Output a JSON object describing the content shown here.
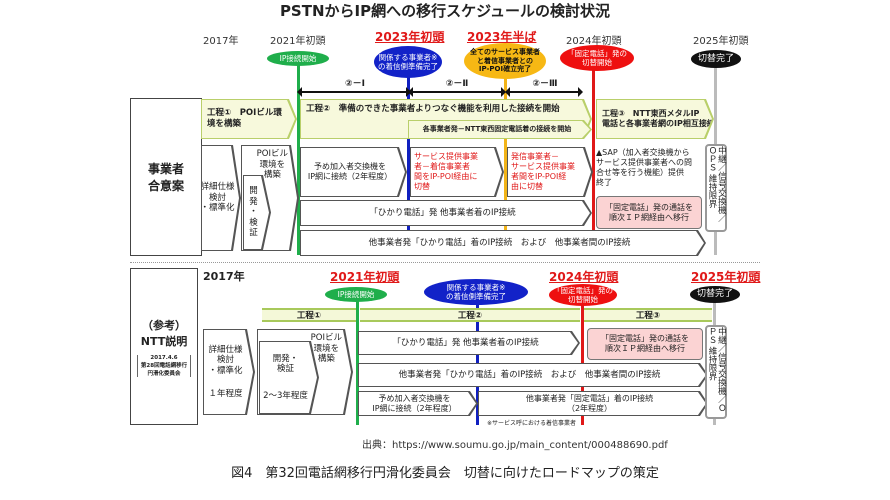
{
  "title": "PSTNからIP網への移行スケジュールの検討状況",
  "top": {
    "label": "事業者\n合意案",
    "years": {
      "y2017": "2017年",
      "y2021": "2021年初頭",
      "y2023a": "2023年初頭",
      "y2023b": "2023年半ば",
      "y2024": "2024年初頭",
      "y2025": "2025年初頭"
    },
    "milestones": {
      "ip_start": "IP接続開始",
      "carriers_ready": "関係する事業者※\nの着信側準備完了",
      "all_ready": "全てのサービス事業者\nと着信事業者との\nIP-POI確立完了",
      "fixed_start": "「固定電話」発の\n切替開始",
      "done": "切替完了"
    },
    "phases": {
      "p21": "②－Ⅰ",
      "p22": "②－Ⅱ",
      "p23": "②－Ⅲ"
    },
    "steps": {
      "s1": "工程①　POIビル環\n境を構築",
      "s2": "工程②　準備のできた事業者よりつなぐ機能を利用した接続を開始",
      "s2sub": "各事業者発－NTT東西固定電話着の接続を開始",
      "s3": "工程③　NTT東西メタルIP\n電話と各事業者網のIP相互接続"
    },
    "tasks": {
      "spec": "詳細仕様\n検討\n・標準化",
      "poi": "POIビル\n環境を\n構築",
      "dev": "開\n発\n・\n検\n証",
      "pre": "予め加入者交換機を\nIP網に接続（2年程度）",
      "svc": "サービス提供事業\n者－着信事業者\n間をIP-POI経由に\n切替",
      "orig": "発信事業者－\nサービス提供事業\n者間をIP-POI経\n由に切替",
      "sap": "▲SAP（加入者交換機から\nサービス提供事業者への問\n合せ等を行う機能）提供\n終了",
      "hikari": "「ひかり電話」発 他事業者着のIP接続",
      "other": "他事業者発「ひかり電話」着のIP接続　および　他事業者間のIP接続",
      "fixed": "「固定電話」発の通話を\n順次ＩＰ網経由へ移行",
      "ops": "中継／信号交換機／ＯＰＳ 維持限界"
    }
  },
  "bottom": {
    "label": "（参考）\nNTT説明",
    "sub": "2017.4.6\n第28回電話網移行\n円滑化委員会",
    "years": {
      "y2017": "2017年",
      "y2021": "2021年初頭",
      "y2024": "2024年初頭",
      "y2025": "2025年初頭"
    },
    "milestones": {
      "ip_start": "IP接続開始",
      "carriers_ready": "関係する事業者※\nの着信側準備完了",
      "fixed_start": "「固定電話」発の\n切替開始",
      "done": "切替完了"
    },
    "steps": {
      "s1": "工程①",
      "s2": "工程②",
      "s3": "工程③"
    },
    "tasks": {
      "spec": "詳細仕様\n検討\n・標準化",
      "spec_dur": "１年程度",
      "dev": "開発・\n検証",
      "dev_dur": "2～3年程度",
      "poi": "POIビル\n環境を\n構築",
      "hikari": "「ひかり電話」発 他事業者着のIP接続",
      "other": "他事業者発「ひかり電話」着のIP接続　および　他事業者間のIP接続",
      "pre": "予め加入者交換機を\nIP網に接続（2年程度）",
      "fixedin": "他事業者発「固定電話」着のIP接続\n（2年程度）",
      "fixed": "「固定電話」発の通話を\n順次ＩＰ網経由へ移行",
      "ops": "中継／信号交換機／ＯＰＳ 維持限界",
      "note": "※サービス呼における着信事業者"
    }
  },
  "source": "出典：https://www.soumu.go.jp/main_content/000488690.pdf",
  "caption": "図4　第32回電話網移行円滑化委員会　切替に向けたロードマップの策定"
}
